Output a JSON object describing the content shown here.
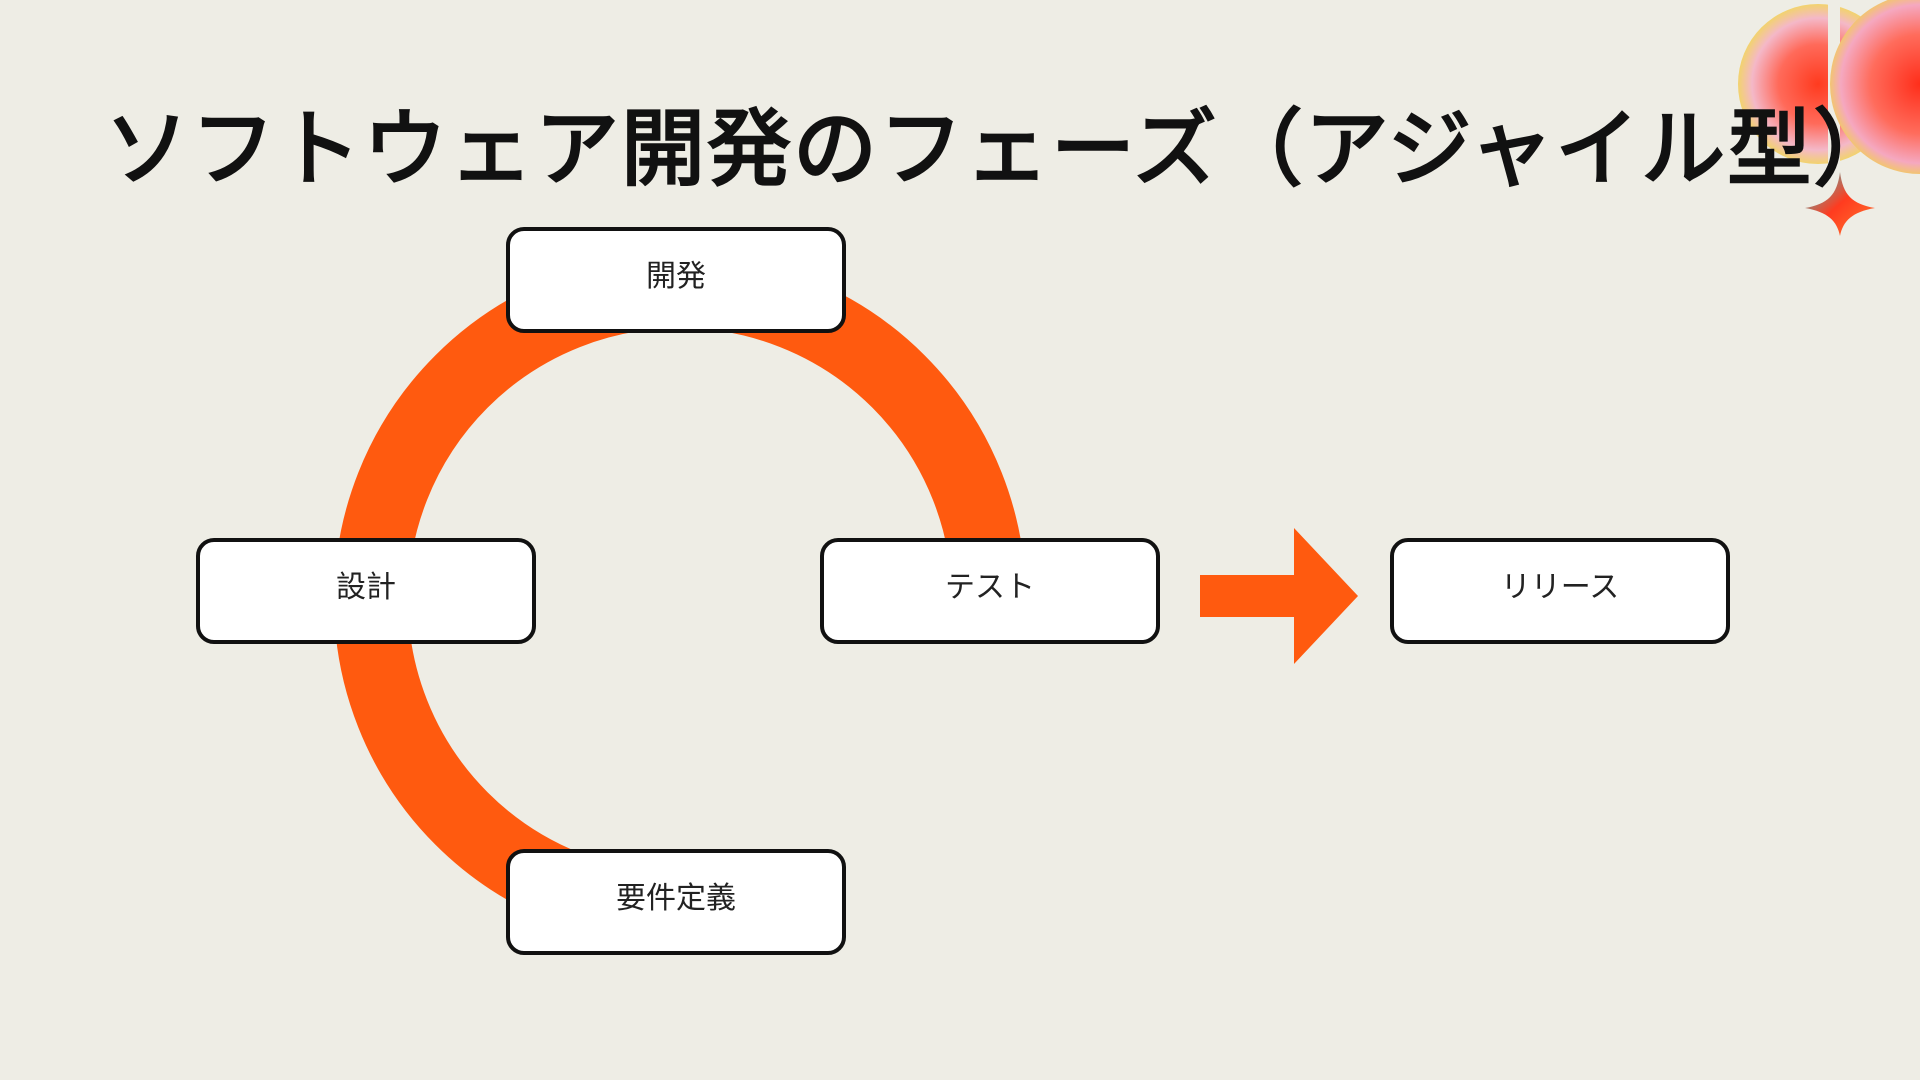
{
  "slide": {
    "title": "ソフトウェア開発のフェーズ（アジャイル型）"
  },
  "diagram": {
    "phases": [
      {
        "id": "development",
        "label": "開発"
      },
      {
        "id": "design",
        "label": "設計"
      },
      {
        "id": "test",
        "label": "テスト"
      },
      {
        "id": "requirements",
        "label": "要件定義"
      },
      {
        "id": "release",
        "label": "リリース"
      }
    ]
  },
  "colors": {
    "background": "#eeede5",
    "accent": "#ff5a0f",
    "box_fill": "#ffffff",
    "box_border": "#111111",
    "title": "#111111"
  },
  "decorations": {
    "top_right": [
      "yellow-circle-icon",
      "sparkle-icon"
    ]
  }
}
